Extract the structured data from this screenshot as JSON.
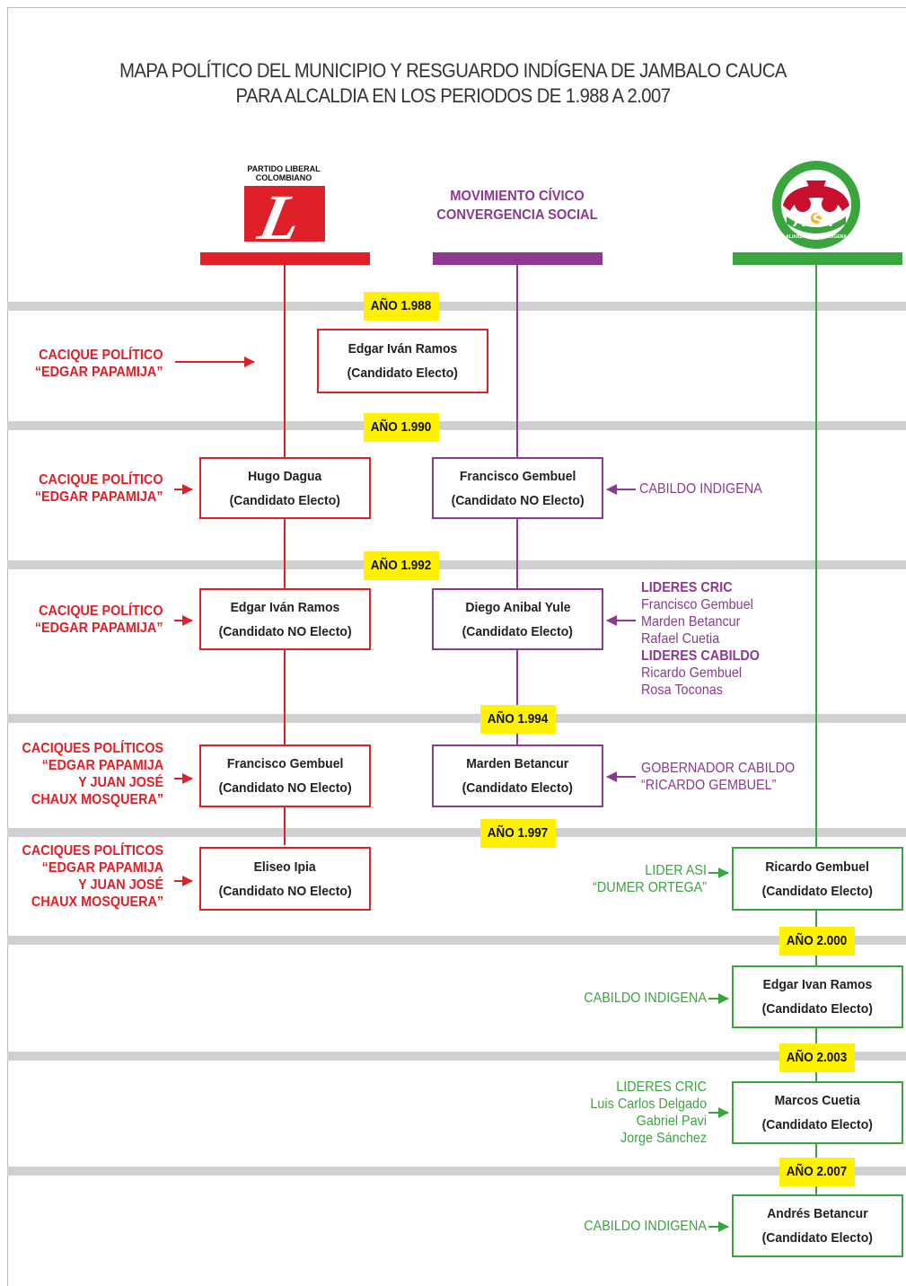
{
  "title": {
    "line1": "MAPA POLÍTICO DEL MUNICIPIO Y RESGUARDO INDÍGENA DE JAMBALO CAUCA",
    "line2": "PARA ALCALDIA EN LOS PERIODOS DE 1.988 A 2.007"
  },
  "parties": {
    "liberal": {
      "logo_text_1": "PARTIDO LIBERAL",
      "logo_text_2": "COLOMBIANO",
      "logo_letter": "L",
      "color": "#e02028"
    },
    "civico": {
      "line1": "MOVIMIENTO CÍVICO",
      "line2": "CONVERGENCIA SOCIAL",
      "color": "#8b3a8f"
    },
    "asi": {
      "logo_text": "ASI",
      "logo_subtext": "ALIANZA SOCIAL INDÍGENA",
      "color": "#3aa53f"
    }
  },
  "years": [
    "AÑO 1.988",
    "AÑO 1.990",
    "AÑO 1.992",
    "AÑO 1.994",
    "AÑO 1.997",
    "AÑO 2.000",
    "AÑO 2.003",
    "AÑO 2.007"
  ],
  "candidates": [
    {
      "name": "Edgar Iván Ramos",
      "status": "(Candidato Electo)"
    },
    {
      "name": "Hugo Dagua",
      "status": "(Candidato Electo)"
    },
    {
      "name": "Francisco Gembuel",
      "status": "(Candidato NO Electo)"
    },
    {
      "name": "Edgar Iván Ramos",
      "status": "(Candidato NO Electo)"
    },
    {
      "name": "Diego Anibal Yule",
      "status": "(Candidato Electo)"
    },
    {
      "name": "Francisco Gembuel",
      "status": "(Candidato NO Electo)"
    },
    {
      "name": "Marden Betancur",
      "status": "(Candidato Electo)"
    },
    {
      "name": "Eliseo Ipia",
      "status": "(Candidato NO Electo)"
    },
    {
      "name": "Ricardo Gembuel",
      "status": "(Candidato Electo)"
    },
    {
      "name": "Edgar Ivan Ramos",
      "status": "(Candidato Electo)"
    },
    {
      "name": "Marcos Cuetia",
      "status": "(Candidato Electo)"
    },
    {
      "name": "Andrés Betancur",
      "status": "(Candidato Electo)"
    }
  ],
  "influences": {
    "cacique1": [
      "CACIQUE POLÍTICO",
      "“EDGAR PAPAMIJA”"
    ],
    "cacique2": [
      "CACIQUE POLÍTICO",
      "“EDGAR PAPAMIJA”"
    ],
    "cacique3": [
      "CACIQUE POLÍTICO",
      "“EDGAR PAPAMIJA”"
    ],
    "caciques4": [
      "CACIQUES POLÍTICOS",
      "“EDGAR PAPAMIJA",
      "Y JUAN JOSÉ",
      "CHAUX MOSQUERA”"
    ],
    "caciques5": [
      "CACIQUES POLÍTICOS",
      "“EDGAR PAPAMIJA",
      "Y JUAN JOSÉ",
      "CHAUX MOSQUERA”"
    ],
    "cabildo_purple": "CABILDO INDIGENA",
    "lideres": {
      "cric_title": "LIDERES CRIC",
      "cric_names": [
        "Francisco Gembuel",
        "Marden Betancur",
        "Rafael Cuetia"
      ],
      "cabildo_title": "LIDERES CABILDO",
      "cabildo_names": [
        "Ricardo Gembuel",
        "Rosa Toconas"
      ]
    },
    "gobernador": [
      "GOBERNADOR CABILDO",
      "“RICARDO GEMBUEL”"
    ],
    "lider_asi": [
      "LIDER ASI",
      "“DUMER ORTEGA”"
    ],
    "cabildo_green_1": "CABILDO INDIGENA",
    "lideres_cric_green": [
      "LIDERES CRIC",
      "Luis Carlos Delgado",
      "Gabriel Pavi",
      "Jorge Sánchez"
    ],
    "cabildo_green_2": "CABILDO INDIGENA"
  }
}
